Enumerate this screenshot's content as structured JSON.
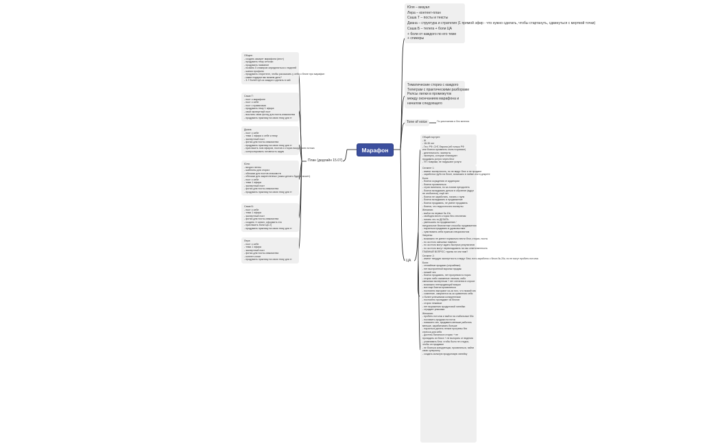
{
  "central": {
    "title": "Марафон"
  },
  "plan_label": "План (дедлайн 15.07)",
  "tone_label": "Tone of voice",
  "tone_note": "По умолчанию и без мнения",
  "ca_label": "ЦА",
  "left_blocks": [
    {
      "lines": [
        "Общее:",
        "- создать аккаунт марафона (инст)",
        "- продумать тему сеточки",
        "- продумать название",
        "- позвать 5 спикеров определиться с неделей",
        "- шапка профиля",
        "- продумать сторителл, чтобы рассказать у себя о блоге про марафон",
        "- какие подарки мы можем дать?",
        "- 3-7 болей ЦА из каждого сделать в хай"
      ]
    },
    {
      "lines": [
        "Саша Т:",
        "- пост о марафоне",
        "- пост о себе",
        "- пост с правилами",
        "- продумать тему 1 эфира",
        "- свой экспертный пост",
        "- выслать свою фотку для поста-знакомства",
        "- продумать практику на свою тему для тг"
      ]
    },
    {
      "lines": [
        "Диана:",
        "- пост о себе",
        "- тема 1 эфира о себе к нему",
        "- экспертный пост",
        "- фотка для поста-знакомства",
        "- продумать практику на свою тему для тг",
        "- пригласить пою эфиров, постов и сториз вокруг всех потока",
        "- контролировать готовность задач"
      ]
    },
    {
      "lines": [
        "Юля:",
        "- визуал ленты",
        "- шаблоны для сториз",
        "- обложки для постов знакомств",
        "- обложки для закрепленных (заказ делать будем, может)",
        "- пост о себе",
        "- тема 1 эфира",
        "- экспертный пост",
        "- фотка для поста-знакомства",
        "- продумать практику на свою тему для тг"
      ]
    },
    {
      "lines": [
        "Саша Б:",
        "- пост о себе",
        "- тема 1 эфира",
        "- экспертный пост",
        "- фотка для поста-знакомства",
        "- создать тг канал, оформить его",
        "- пригласить боли ЦА 2)",
        "- продумать практику на свою тему для тг"
      ]
    },
    {
      "lines": [
        "Лера:",
        "- пост о себе",
        "- тема 1 эфира",
        "- экспертный пост",
        "- фотка для поста-знакомства",
        "- контент-план",
        "- продумать практику на свою тему для тг"
      ]
    }
  ],
  "right_top_blocks": [
    {
      "lines": [
        "Юля – визуал",
        "",
        "Лера – контент-план",
        "",
        "Саша Т – посты и тексты",
        "",
        "Диана – структура и стратегия (1 прямой эфир - что нужно сделать, чтобы стартануть, сдвинуться с мертвой точки)",
        "",
        "Саша Б – телега + боли ЦА",
        "",
        "+ боли от каждого по его теме",
        "+ спикеры"
      ]
    },
    {
      "lines": [
        "Тематические сториз с каждого",
        "Телеграм с практическими разборами",
        "Рилсы лилки в промежуток",
        "между окончанием марафона и",
        "началом следующего"
      ]
    }
  ],
  "ca_blocks": [
    {
      "lines": [
        "Общий портрет:",
        "- Ж",
        "- 18-35 лет",
        "- Гео: РФ, СНГ, Европа (нб только РФ",
        "или боятся проявлять огонь в кризисе)",
        "- деятельность: эксперты",
        "- эксперты, которые планируют",
        "продавать услуги через блог",
        "- УП: Коврики, не нарушают услуги"
      ]
    },
    {
      "lines": [
        "Сегмент 1:",
        "- имеют экспертность, но не ведут блог и не продают",
        "- заработок грубо на блоге, возможно в найме или в декрете",
        "",
        "Боли:",
        "- боятся осуждения от аудитории",
        "- боятся проявляться",
        "- страх вагинала, но за ломом преодолеть",
        "- боятся вкладывать деньги в обучение (вдруг",
        "не отобьются), ещё нет",
        "- боятся не заработать, начать с нуля",
        "- боятся вкладывать в продвижение",
        "- боятся продавать, не умеют продавать",
        "- боятся, что недостаточно эксперты",
        "",
        "Желания:",
        "- выйти на первые 5к-10к",
        "- свободно вести сторис без стеснения",
        "- начать что-то ДЕЛАТЬ",
        "- уменьшать на продвижение /",
        "натуральное бесплатные способы продвижения",
        "- научиться продавать в удовольствие",
        "- чувствовать себя нужным специалистом",
        "",
        "Уверены:",
        "- возможно не умеют нормально вести блог, сторис, посты",
        "- но за этого смешных навечно",
        "- но за этого могут ждать быстрых результатов",
        "- но за этого могут перекладывать на нас ответственность",
        "",
        "ГЛАВНЫЙ ВОПРОС: нужны ли они нам?",
        "",
        "Сегмент 2:",
        "- имеют твердую экспертность и ведут блог, есть заработок с блога 5к-20к, но не могут пробить потолок",
        "",
        "Боли:",
        "- стихийные продажи (случайные)",
        "- нет выстроенной воронки продаж",
        "- низкий чек",
        "- боятся продавать, нет прогревов в сторис",
        "- сторис либо сжиженые личным, либо",
        "смешным экспертным + нет спечения в спросе",
        "- возможно неепродающий визуал",
        "- все еще боятся проявляться",
        "- постоянно выгорают из-за того, что низкий чек",
        "- сомнение, смиряются из-за сравнения себя",
        "с более успешными конкурентами",
        "- постоянно пропадают из блогов",
        "- сторис неживые",
        "- нет выражения продуктовой линейки",
        "- страдает упаковка",
        "",
        "Желания:",
        "- пробить потолок и выйти на стабильные 50к",
        "- поставить продажи на поток",
        "- повысить чек, продавать меньше работать",
        "меньше, зарабатывать больше",
        "- научиться делать легкие прогревы без",
        "стресса для себя",
        "- достичь баланса в сторис + не",
        "пропадать из блога + не выгорать от ведения",
        "- улавливать блог, чтобы было не стыдно,",
        "чтобы он продавал",
        "- не бояться конкуренции, проявляться, найти",
        "свою суперсилу",
        "- создать сильную продуктовую линейку"
      ]
    }
  ],
  "colors": {
    "central": "#3c4f9e",
    "node": "#efefef",
    "line": "#2b2b2b"
  }
}
